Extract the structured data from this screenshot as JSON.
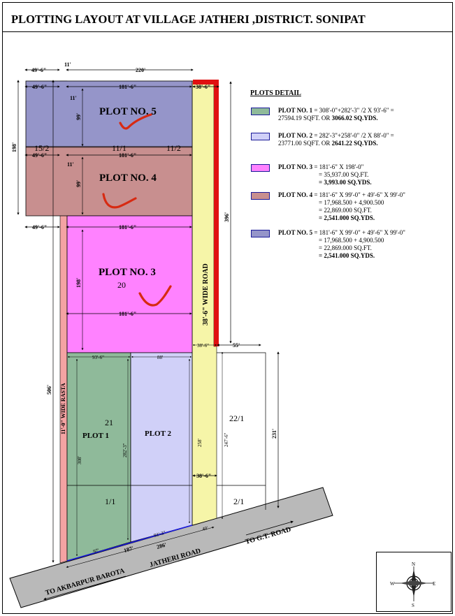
{
  "title": "PLOTTING LAYOUT AT VILLAGE JATHERI ,DISTRICT. SONIPAT",
  "colors": {
    "plot1": "#8fba9a",
    "plot2": "#cfcff7",
    "plot3": "#ff80ff",
    "plot4": "#c78e8e",
    "plot5": "#9494c8",
    "rasta": "#f4a0a0",
    "wide_road": "#f6f5a8",
    "boundary_red": "#e01010",
    "tick_red": "#d72a12",
    "road_grey": "#b8b8b8"
  },
  "legend": {
    "title": "PLOTS DETAIL",
    "items": [
      {
        "label": "PLOT NO. 1",
        "line1": " = 308'-0\"+282'-3\" /2 X 93'-6\" =",
        "line2": "27594.19 SQFT. OR ",
        "bold2": "3066.02 SQ.YDS."
      },
      {
        "label": "PLOT NO. 2",
        "line1": " = 282'-3\"+258'-0\" /2 X 88'-0\" =",
        "line2": "23771.00 SQFT. OR ",
        "bold2": "2641.22 SQ.YDS."
      },
      {
        "label": "PLOT NO. 3",
        "line1": " = 181'-6\" X 198'-0\"",
        "line2": "= 35,937.00 SQ.FT.",
        "line3": "= 3,993.00 SQ.YDS."
      },
      {
        "label": "PLOT NO. 4",
        "line1": " = 181'-6\" X 99'-0\" + 49'-6\" X 99'-0\"",
        "line2": "= 17,968.500 + 4,900.500",
        "line3": "= 22,869.000 SQ.FT.",
        "line4": "= 2,541.000 SQ.YDS."
      },
      {
        "label": "PLOT NO. 5",
        "line1": " = 181'-6\" X 99'-0\" + 49'-6\" X 99'-0\"",
        "line2": "= 17,968.500 + 4,900.500",
        "line3": "= 22,869.000 SQ.FT.",
        "line4": "= 2,541.000 SQ.YDS."
      }
    ]
  },
  "plots": {
    "p5": "PLOT NO. 5",
    "p4": "PLOT NO. 4",
    "p3": "PLOT NO. 3",
    "p1": "PLOT 1",
    "p2": "PLOT 2"
  },
  "khasra": {
    "k15_2": "15/2",
    "k11_1": "11/1",
    "k11_2": "11/2",
    "k20": "20",
    "k21": "21",
    "k1_1": "1/1",
    "k22_1": "22/1",
    "k2_1": "2/1"
  },
  "dims": {
    "d49_6": "49'-6\"",
    "d11": "11'",
    "d220": "220'",
    "d181_6": "181'-6\"",
    "d38_6": "38'-6\"",
    "d99": "99'",
    "d198": "198'",
    "d396": "396'",
    "d506": "506'",
    "d55": "55'",
    "d231": "231'",
    "d93_6": "93'-6\"",
    "d88": "88'",
    "d308": "308'",
    "d282_3": "282'-3\"",
    "d258": "258'",
    "d247_6": "247'-6\"",
    "d97": "97'",
    "d187": "187'",
    "d91_3": "91'-3\"",
    "d286": "286'",
    "d40": "40'"
  },
  "roads": {
    "rasta": "11'-0\" WIDE RASTA",
    "wide_road": "38'-6\" WIDE ROAD",
    "jatheri": "JATHERI ROAD",
    "gt": "TO G.T. ROAD",
    "akbarpur": "TO AKBARPUR BAROTA"
  },
  "compass": {
    "n": "N",
    "s": "S",
    "e": "E",
    "w": "W"
  }
}
